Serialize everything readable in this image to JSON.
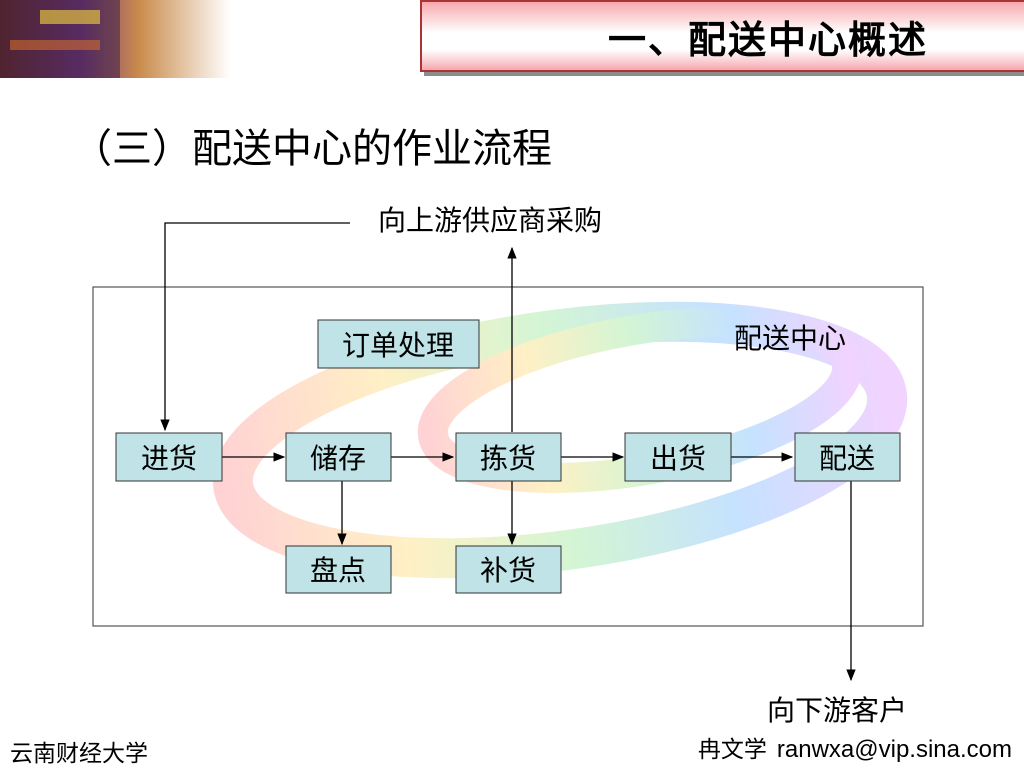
{
  "header": {
    "title": "一、配送中心概述"
  },
  "subtitle": "（三）配送中心的作业流程",
  "diagram": {
    "region_label": "配送中心",
    "top_label": "向上游供应商采购",
    "bottom_label": "向下游客户",
    "nodes": {
      "order": "订单处理",
      "receive": "进货",
      "store": "储存",
      "pick": "拣货",
      "ship": "出货",
      "deliver": "配送",
      "inventory": "盘点",
      "replenish": "补货"
    }
  },
  "footer": {
    "left": "云南财经大学",
    "author": "冉文学",
    "email": "ranwxa@vip.sina.com"
  },
  "colors": {
    "box_fill": "#bfe3e6",
    "title_border": "#aa3333",
    "title_gradient": "#f7a8ae"
  }
}
